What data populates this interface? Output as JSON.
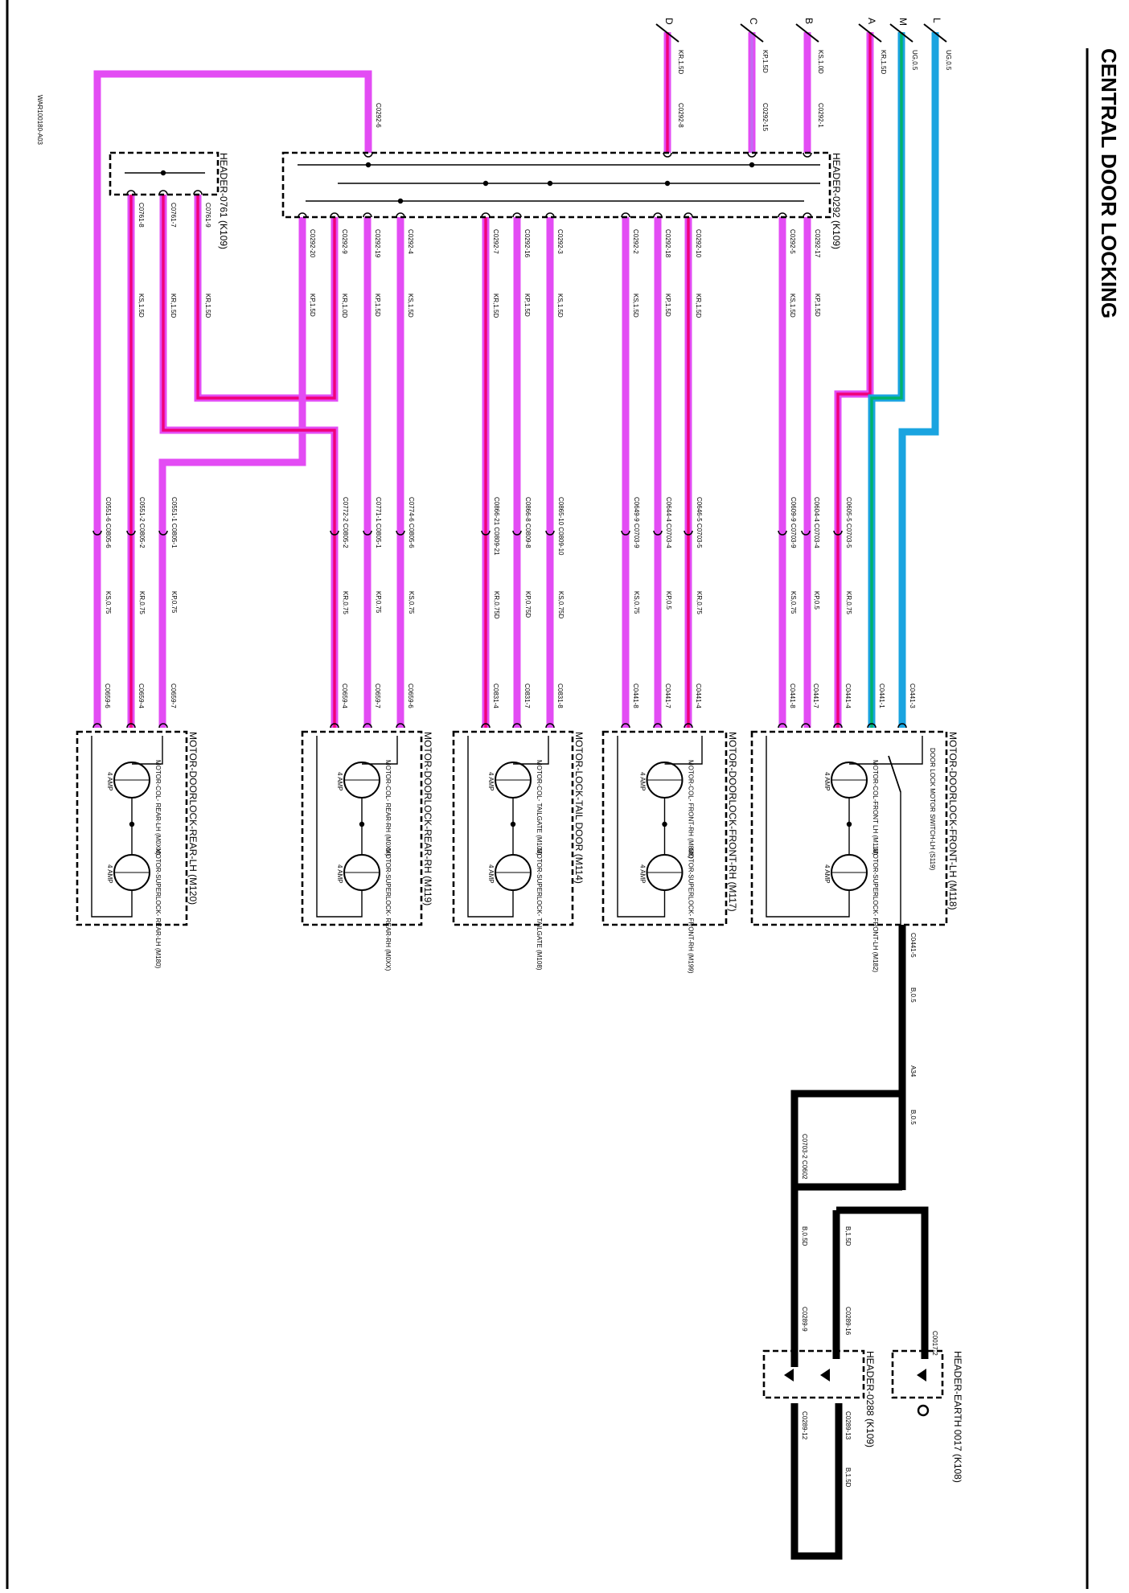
{
  "title": "CENTRAL DOOR LOCKING",
  "figure_id": "WAR100180-A03",
  "colors": {
    "K": "#e34cf4",
    "R": "#f0007a",
    "P": "#c26cf2",
    "U": "#1aa4e0",
    "G": "#00b36b",
    "B": "#000000"
  },
  "inputs": [
    {
      "letter": "D",
      "wire": "KR,1.5D",
      "conn": "C0292-8"
    },
    {
      "letter": "C",
      "wire": "KP,1.5D",
      "conn": "C0292-15"
    },
    {
      "letter": "B",
      "wire": "KS,1.0D",
      "conn": "C0292-1"
    },
    {
      "letter": "A",
      "wire": "KR,1.5D",
      "conn": ""
    },
    {
      "letter": "M",
      "wire": "UG,0.5",
      "conn": ""
    },
    {
      "letter": "L",
      "wire": "UG,0.5",
      "conn": ""
    }
  ],
  "header_0292": {
    "label": "HEADER-0292 (K109)",
    "conn_in": "C0292-6"
  },
  "header_0761": {
    "label": "HEADER-0761 (K109)",
    "conns": [
      "C0761-8",
      "C0761-7",
      "C0761-9"
    ],
    "wires": [
      "KS,1.5D",
      "KR,1.5D",
      "KR,1.5D"
    ]
  },
  "header_out": {
    "conns": [
      "C0292-17",
      "C0292-5",
      "C0292-10",
      "C0292-18",
      "C0292-2",
      "C0292-3",
      "C0292-16",
      "C0292-7",
      "C0292-4",
      "C0292-19",
      "C0292-9",
      "C0292-20"
    ],
    "wires": [
      "KP,1.5D",
      "KS,1.5D",
      "KR,1.5D",
      "KP,1.5D",
      "KS,1.5D",
      "KS,1.5D",
      "KP,1.5D",
      "KR,1.5D",
      "KS,1.5D",
      "KP,1.5D",
      "KR,1.0D",
      "KP,1.5D"
    ]
  },
  "splices": [
    {
      "text": "C0605-5 C0703-5",
      "wire": "KR,0.75"
    },
    {
      "text": "C0604-4 C0703-4",
      "wire": "KP,0.5"
    },
    {
      "text": "C0609-9 C0703-9",
      "wire": "KS,0.75"
    },
    {
      "text": "C0646-5 C0703-5",
      "wire": "KR,0.75"
    },
    {
      "text": "C0644-4 C0703-4",
      "wire": "KP,0.5"
    },
    {
      "text": "C0649-9 C0703-9",
      "wire": "KS,0.75"
    },
    {
      "text": "C0865-10 C0809-10",
      "wire": "KS,0.75D"
    },
    {
      "text": "C0866-8 C0809-8",
      "wire": "KP,0.75D"
    },
    {
      "text": "C0866-21 C0809-21",
      "wire": "KR,0.75D"
    },
    {
      "text": "C0774-6 C0805-6",
      "wire": "KS,0.75"
    },
    {
      "text": "C0771-1 C0805-1",
      "wire": "KP,0.75"
    },
    {
      "text": "C0772-2 C0805-2",
      "wire": "KR,0.75"
    },
    {
      "text": "C0551-1 C0805-1",
      "wire": "KP,0.75"
    },
    {
      "text": "C0551-2 C0805-2",
      "wire": "KR,0.75"
    },
    {
      "text": "C0551-6 C0805-6",
      "wire": "KS,0.75"
    }
  ],
  "front_lh_pins": [
    "C0441-3",
    "C0441-1",
    "C0441-4",
    "C0441-7",
    "C0441-8"
  ],
  "other_pins": [
    "C0441-4",
    "C0441-7",
    "C0441-8",
    "C0831-8",
    "C0831-7",
    "C0831-4",
    "C0659-6",
    "C0659-7",
    "C0659-4",
    "C0659-7",
    "C0659-4",
    "C0659-6"
  ],
  "modules": [
    {
      "title": "MOTOR-DOORLOCK-FRONT-LH (M118)",
      "switch": "DOOR LOCK MOTOR SWITCH-LH (S119)",
      "m1": "MOTOR-COL-FRONT LH (M118)",
      "m2": "MOTOR-SUPERLOCK- FRONT-LH (M182)"
    },
    {
      "title": "MOTOR-DOORLOCK-FRONT-RH (M117)",
      "m1": "MOTOR-COL- FRONT-RH (M838)",
      "m2": "MOTOR-SUPERLOCK- FRONT-RH (M199)"
    },
    {
      "title": "MOTOR-LOCK-TAIL DOOR (M114)",
      "m1": "MOTOR-COL- TAILGATE (M103)",
      "m2": "MOTOR-SUPERLOCK- TAILGATE (M108)"
    },
    {
      "title": "MOTOR-DOORLOCK-REAR-RH (M119)",
      "m1": "MOTOR-COL- REAR-RH (M0XX)",
      "m2": "MOTOR-SUPERLOCK- REAR-RH (M0XX)"
    },
    {
      "title": "MOTOR-DOORLOCK-REAR-LH (M120)",
      "m1": "MOTOR-COL- REAR-LH (M0XX)",
      "m2": "MOTOR-SUPERLOCK- REAR-LH (M180)"
    }
  ],
  "amp": "4 AMP",
  "ground": {
    "c0441_5": "C0441-5",
    "w1": "B,0.5",
    "splice": "A34",
    "w2": "B,0.5",
    "c0703": "C0703-2 C0602",
    "w3": "B,0.5D",
    "w4": "B,1.5D",
    "c0289_9": "C0289-9",
    "c0289_16": "C0289-16",
    "c0017_2": "C0017-2",
    "header_0288": "HEADER-0288 (K109)",
    "header_earth": "HEADER-EARTH 0017 (K108)",
    "c0289_12": "C0289-12",
    "c0289_13": "C0289-13",
    "w5": "B,1.5D"
  }
}
